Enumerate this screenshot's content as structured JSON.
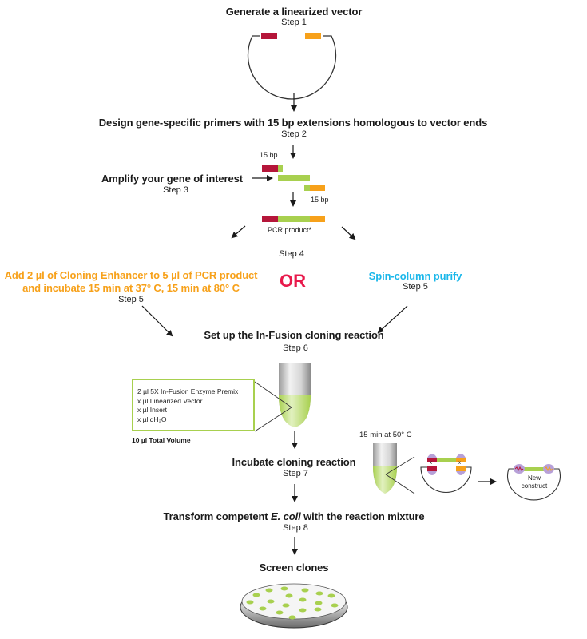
{
  "colors": {
    "red": "#b5163a",
    "orange": "#f7a11a",
    "green": "#a8d04f",
    "cyan": "#1ab7ea",
    "or_pink": "#e8194b",
    "purple": "#b7a0d8"
  },
  "steps": {
    "s1": {
      "title": "Generate a linearized vector",
      "step": "Step 1"
    },
    "s2": {
      "title": "Design gene-specific primers with 15 bp extensions homologous to vector ends",
      "step": "Step 2"
    },
    "s3": {
      "title": "Amplify your gene of interest",
      "step": "Step 3",
      "label_top": "15 bp",
      "label_bottom": "15 bp",
      "product": "PCR product*"
    },
    "s4": {
      "step": "Step 4",
      "or": "OR"
    },
    "s5a": {
      "line1": "Add 2 µl of Cloning Enhancer to 5 µl of PCR product",
      "line2": "and incubate 15 min at 37° C, 15 min at 80° C",
      "step": "Step 5"
    },
    "s5b": {
      "title": "Spin-column purify",
      "step": "Step 5"
    },
    "s6": {
      "title": "Set up the In-Fusion cloning reaction",
      "step": "Step 6",
      "recipe": [
        "2 µl 5X In-Fusion Enzyme Premix",
        "x µl Linearized Vector",
        "x µl Insert",
        "x µl dH₂O"
      ],
      "total": "10 µl Total Volume"
    },
    "s7": {
      "title": "Incubate cloning reaction",
      "step": "Step 7",
      "condition": "15 min at 50° C",
      "construct_line1": "New",
      "construct_line2": "construct",
      "x_mark": "x"
    },
    "s8": {
      "title_pre": "Transform competent ",
      "title_italic": "E. coli",
      "title_post": " with the reaction mixture",
      "step": "Step 8"
    },
    "s9": {
      "title": "Screen clones"
    }
  }
}
